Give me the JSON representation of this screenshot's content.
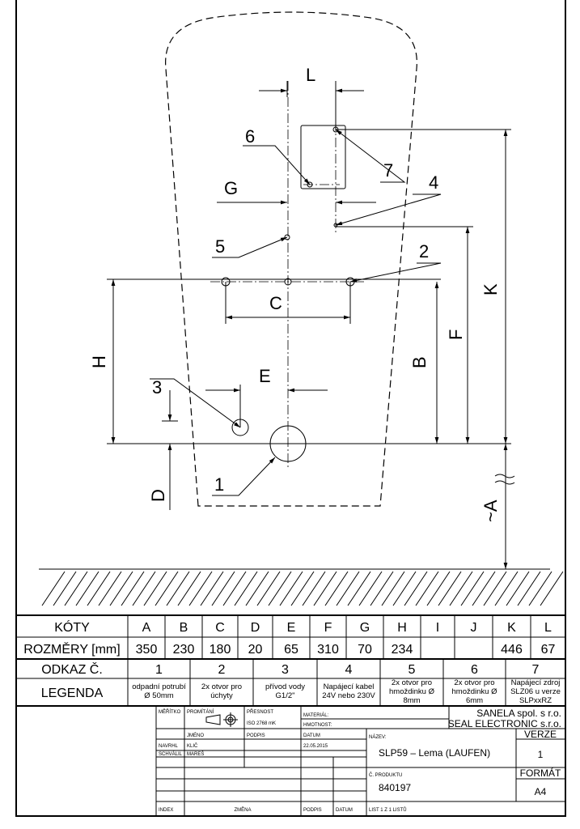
{
  "drawing": {
    "labels": {
      "L": "L",
      "G": "G",
      "C": "C",
      "E": "E",
      "H": "H",
      "B": "B",
      "F": "F",
      "K": "K",
      "A": "~A",
      "D": "D"
    },
    "refs": {
      "r1": "1",
      "r2": "2",
      "r3": "3",
      "r4": "4",
      "r5": "5",
      "r6": "6",
      "r7": "7"
    }
  },
  "dims_table": {
    "header_label": "KÓTY",
    "value_label": "ROZMĚRY [mm]",
    "columns": [
      "A",
      "B",
      "C",
      "D",
      "E",
      "F",
      "G",
      "H",
      "I",
      "J",
      "K",
      "L"
    ],
    "values": [
      "350",
      "230",
      "180",
      "20",
      "65",
      "310",
      "70",
      "234",
      "",
      "",
      "446",
      "67"
    ]
  },
  "legend_table": {
    "header_label": "ODKAZ Č.",
    "value_label": "LEGENDA",
    "numbers": [
      "1",
      "2",
      "3",
      "4",
      "5",
      "6",
      "7"
    ],
    "items": [
      [
        "odpadní potrubí",
        "Ø 50mm",
        ""
      ],
      [
        "2x otvor pro",
        "úchyty",
        ""
      ],
      [
        "přívod vody",
        "G1/2\"",
        ""
      ],
      [
        "Napájecí kabel",
        "24V nebo 230V",
        ""
      ],
      [
        "2x otvor pro",
        "hmoždinku Ø",
        "8mm"
      ],
      [
        "2x otvor pro",
        "hmoždinku Ø",
        "6mm"
      ],
      [
        "Napájecí zdroj",
        "SLZ06 u verze",
        "SLPxxRZ"
      ]
    ]
  },
  "title_block": {
    "meritko": "MĚŘÍTKO",
    "promitani": "PROMÍTÁNÍ",
    "presnost": "PŘESNOST",
    "presnost_val": "ISO 2768 mK",
    "material": "MATERIÁL:",
    "hmotnost": "HMOTNOST:",
    "company1": "SANELA spol. s r.o.",
    "company2": "SEAL ELECTRONIC s.r.o.",
    "jmeno": "JMÉNO",
    "podpis": "PODPIS",
    "datum": "DATUM",
    "navrhl": "NAVRHL",
    "navrhl_name": "KLIČ",
    "navrhl_date": "22.05.2015",
    "schvalil": "SCHVÁLIL",
    "schvalil_name": "MAREŠ",
    "nazev": "NÁZEV:",
    "nazev_val": "SLP59 – Lema (LAUFEN)",
    "verze": "VERZE",
    "verze_val": "1",
    "produkt": "Č. PRODUKTU",
    "produkt_val": "840197",
    "format": "FORMÁT",
    "format_val": "A4",
    "index": "INDEX",
    "zmena": "ZMĚNA",
    "podpis2": "PODPIS",
    "datum2": "DATUM",
    "list": "LIST 1 Z 1 LISTŮ"
  }
}
